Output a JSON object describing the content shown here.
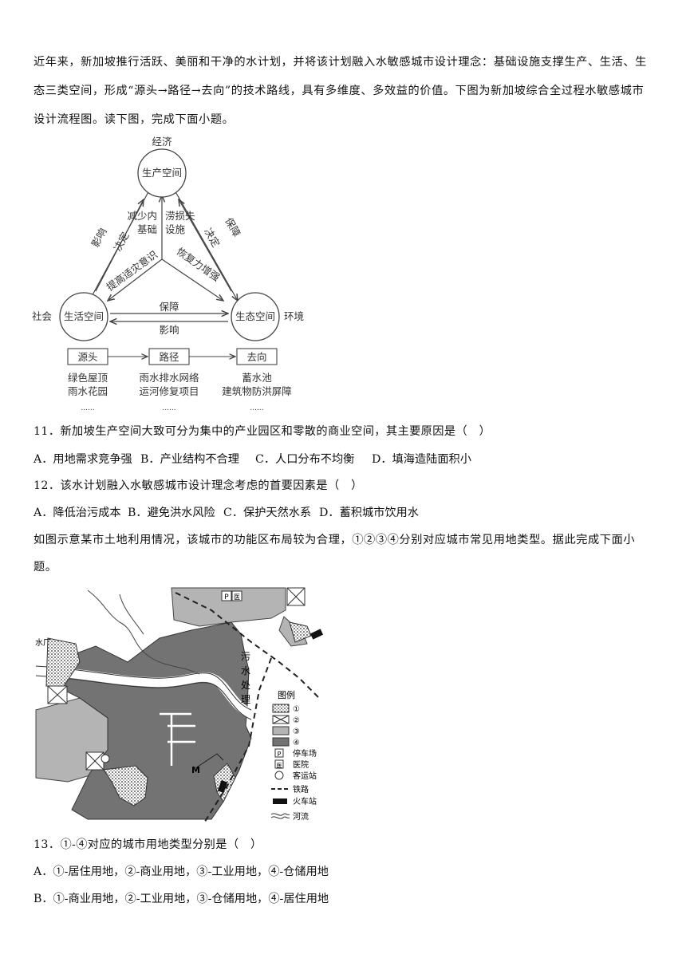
{
  "intro1": "近年来，新加坡推行活跃、美丽和干净的水计划，并将该计划融入水敏感城市设计理念：基础设施支撑生产、生活、生态三类空间，形成“源头→路径→去向”的技术路线，具有多维度、多效益的价值。下图为新加坡综合全过程水敏感城市设计流程图。读下图，完成下面小题。",
  "diagram": {
    "top_label": "经济",
    "left_label": "社会",
    "right_label": "环境",
    "node_top": "生产空间",
    "node_left": "生活空间",
    "node_right": "生态空间",
    "left_edge_outer": "影响",
    "left_edge_inner": "决定",
    "right_edge_outer": "保障",
    "right_edge_inner": "决定",
    "bottom_top": "保障",
    "bottom_bottom": "影响",
    "center_left_1": "减少内",
    "center_left_2": "基础",
    "center_right_1": "涝损失",
    "center_right_2": "设施",
    "spoke_left": "提高适灾意识",
    "spoke_right": "恢复力增强",
    "box1": "源头",
    "box2": "路径",
    "box3": "去向",
    "col1_1": "绿色屋顶",
    "col1_2": "雨水花园",
    "col2_1": "雨水排水网络",
    "col2_2": "运河修复项目",
    "col3_1": "蓄水池",
    "col3_2": "建筑物防洪屏障",
    "dots": "......"
  },
  "q11": {
    "stem": "11．新加坡生产空间大致可分为集中的产业园区和零散的商业空间，其主要原因是（　）",
    "a": "A．用地需求竞争强",
    "b": "B．产业结构不合理",
    "c": "C．人口分布不均衡",
    "d": "D．填海造陆面积小"
  },
  "q12": {
    "stem": "12．该水计划融入水敏感城市设计理念考虑的首要因素是（　）",
    "a": "A．降低治污成本",
    "b": "B．避免洪水风险",
    "c": "C．保护天然水系",
    "d": "D．蓄积城市饮用水"
  },
  "intro2": "如图示意某市土地利用情况，该城市的功能区布局较为合理，①②③④分别对应城市常见用地类型。据此完成下面小题。",
  "map": {
    "water_plant": "水厂",
    "sewage": [
      "污",
      "水",
      "处",
      "理"
    ],
    "M": "M",
    "legend_title": "图例",
    "legend": [
      "①",
      "②",
      "③",
      "④",
      "停车场",
      "医院",
      "客运站",
      "铁路",
      "火车站",
      "河流"
    ],
    "p_symbol": "P",
    "hospital_symbol": "医"
  },
  "q13": {
    "stem": "13．①-④对应的城市用地类型分别是（　）",
    "a": "A．①-居住用地，②-商业用地，③-工业用地，④-仓储用地",
    "b": "B．①-商业用地，②-工业用地，③-仓储用地，④-居住用地"
  }
}
